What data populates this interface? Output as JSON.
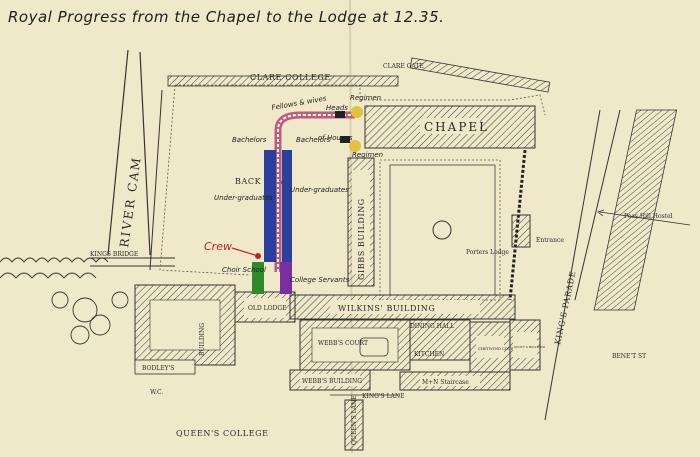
{
  "title": "Royal Progress from the Chapel to the Lodge at 12.35.",
  "labels": {
    "clare_college": "CLARE COLLEGE",
    "clare_gate": "CLARE GATE",
    "chapel": "CHAPEL",
    "river_cam": "RIVER CAM",
    "kings_bridge": "KINGS BRIDGE",
    "back_lawn": "BACK LAWN",
    "gibbs_building": "GIBBS BUILDING",
    "porters_lodge": "Porters Lodge",
    "entrance": "Entrance",
    "peas_hill_hostel": "Peas Hill Hostel",
    "kings_parade": "KING'S PARADE",
    "benet_st": "BENE'T ST",
    "wilkins_building": "WILKINS' BUILDING",
    "old_lodge": "OLD LODGE",
    "bodleys": "BODLEY'S",
    "building": "BUILDING",
    "webbs_court": "WEBB'S COURT",
    "webbs_building": "WEBB'S BUILDING",
    "dining_hall": "DINING HALL",
    "kitchen": "KITCHEN",
    "chetwynd_court": "CHETWYND COURT",
    "scotts_building": "SCOTT'S BUILDING",
    "mn_staircase": "M+N Staircase",
    "kings_lane": "KING'S LANE",
    "queens_lane": "QUEEN'S LANE",
    "queens_college": "QUEEN'S COLLEGE",
    "wc": "W.C."
  },
  "annotations": {
    "fellows_wives": "Fellows & wives",
    "heads": "Heads",
    "of_houses": "of Houses",
    "regimen_top": "Regimen",
    "regimen_bottom": "Regimen",
    "bachelors_left": "Bachelors",
    "bachelors_inner": "Bachelors",
    "undergraduates_left": "Under-graduates",
    "undergraduates_right": "Under-graduates",
    "choir_school": "Choir School",
    "college_servants": "College Servants",
    "crew": "Crew"
  },
  "colors": {
    "paper": "#efe8c9",
    "ink": "#2a2a2a",
    "undergraduates": "#2b3f9e",
    "bachelors": "#1c6f4f",
    "choir_school": "#2f8a2a",
    "college_servants": "#7a2fa0",
    "fellows_route": "#c25a7a",
    "regimen": "#e0c23c",
    "crew": "#c2231d"
  }
}
